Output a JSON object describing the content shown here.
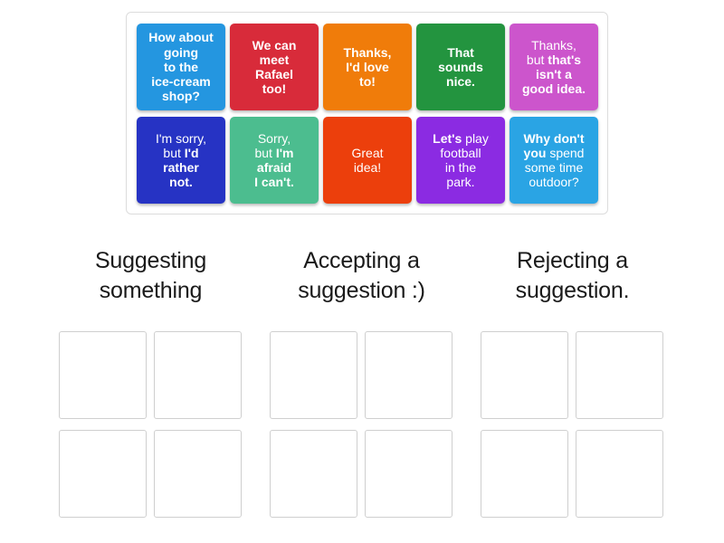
{
  "activity": {
    "type": "group-sort-drag-and-drop"
  },
  "word_bank": {
    "name": "word-bank",
    "tiles": [
      {
        "id": "tile-1",
        "text": "How about going to the ice-cream shop?",
        "lines": [
          {
            "plain": "How about"
          },
          {
            "plain": "going"
          },
          {
            "plain": "to the"
          },
          {
            "plain": "ice-cream"
          },
          {
            "plain": "shop?"
          }
        ],
        "color": "#2496e0",
        "text_color": "#ffffff"
      },
      {
        "id": "tile-2",
        "text": "We can meet Rafael too!",
        "lines": [
          {
            "plain": "We can"
          },
          {
            "plain": "meet"
          },
          {
            "plain": "Rafael"
          },
          {
            "plain": "too!"
          }
        ],
        "color": "#d82b3a",
        "text_color": "#ffffff"
      },
      {
        "id": "tile-3",
        "text": "Thanks, I'd love to!",
        "lines": [
          {
            "plain": "Thanks,"
          },
          {
            "plain": "I'd love"
          },
          {
            "plain": "to!"
          }
        ],
        "color": "#f07c0a",
        "text_color": "#ffffff"
      },
      {
        "id": "tile-4",
        "text": "That sounds nice.",
        "lines": [
          {
            "plain": "That"
          },
          {
            "plain": "sounds"
          },
          {
            "plain": "nice."
          }
        ],
        "color": "#23943f",
        "text_color": "#ffffff"
      },
      {
        "id": "tile-5",
        "text": "Thanks, but that's isn't a good idea.",
        "lines": [
          {
            "light": "Thanks,"
          },
          {
            "light": "but ",
            "bold": "that's"
          },
          {
            "bold": "isn't a"
          },
          {
            "bold": "good idea."
          }
        ],
        "color": "#cc55cc",
        "text_color": "#ffffff"
      },
      {
        "id": "tile-6",
        "text": "I'm sorry, but I'd rather not.",
        "lines": [
          {
            "light": "I'm sorry,"
          },
          {
            "light": "but ",
            "bold": "I'd"
          },
          {
            "bold": "rather"
          },
          {
            "bold": "not."
          }
        ],
        "color": "#2633c4",
        "text_color": "#ffffff"
      },
      {
        "id": "tile-7",
        "text": "Sorry, but I'm afraid I can't.",
        "lines": [
          {
            "light": "Sorry,"
          },
          {
            "light": "but ",
            "bold": "I'm"
          },
          {
            "bold": "afraid"
          },
          {
            "bold": "I can't."
          }
        ],
        "color": "#4cbd8f",
        "text_color": "#ffffff"
      },
      {
        "id": "tile-8",
        "text": "Great idea!",
        "lines": [
          {
            "light": "Great"
          },
          {
            "light": "idea!"
          }
        ],
        "color": "#ec3f0c",
        "text_color": "#ffffff"
      },
      {
        "id": "tile-9",
        "text": "Let's play football in the park.",
        "lines": [
          {
            "bold": "Let's ",
            "light": "play"
          },
          {
            "light": "football"
          },
          {
            "light": "in the"
          },
          {
            "light": "park."
          }
        ],
        "color": "#8b2be2",
        "text_color": "#ffffff"
      },
      {
        "id": "tile-10",
        "text": "Why don't you spend some time outdoor?",
        "lines": [
          {
            "bold": "Why don't"
          },
          {
            "bold": "you ",
            "light": "spend"
          },
          {
            "light": "some time"
          },
          {
            "light": "outdoor?"
          }
        ],
        "color": "#2aa4e4",
        "text_color": "#ffffff"
      }
    ]
  },
  "categories": [
    {
      "id": "category-suggesting",
      "title": "Suggesting\nsomething",
      "slots": [
        "",
        "",
        "",
        ""
      ]
    },
    {
      "id": "category-accepting",
      "title": "Accepting a\nsuggestion :)",
      "slots": [
        "",
        "",
        "",
        ""
      ]
    },
    {
      "id": "category-rejecting",
      "title": "Rejecting a\nsuggestion.",
      "slots": [
        "",
        "",
        "",
        ""
      ]
    }
  ],
  "colors": {
    "page_background": "#ffffff",
    "panel_border": "#dcdcdc",
    "slot_border": "#cfcfcf",
    "title_text": "#1a1a1a"
  }
}
